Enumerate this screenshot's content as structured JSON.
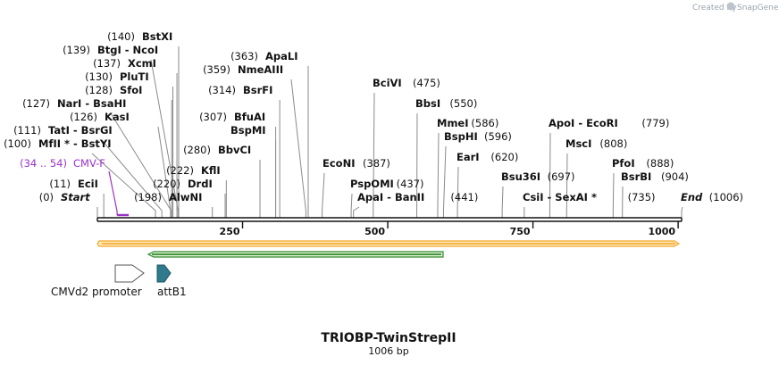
{
  "brand": {
    "created_by": "Created by",
    "name": "SnapGene"
  },
  "map": {
    "title": "TRIOBP-TwinStrepII",
    "length_label": "1006 bp",
    "length": 1006
  },
  "ticks": [
    {
      "value": 250,
      "label": "250"
    },
    {
      "value": 500,
      "label": "500"
    },
    {
      "value": 750,
      "label": "750"
    },
    {
      "value": 1000,
      "label": "1000"
    }
  ],
  "sites": [
    {
      "pos": 140,
      "pos_label": "(140)",
      "name": "BstXI"
    },
    {
      "pos": 139,
      "pos_label": "(139)",
      "name": "BtgI  -  NcoI"
    },
    {
      "pos": 137,
      "pos_label": "(137)",
      "name": "XcmI"
    },
    {
      "pos": 130,
      "pos_label": "(130)",
      "name": "PluTI"
    },
    {
      "pos": 128,
      "pos_label": "(128)",
      "name": "SfoI"
    },
    {
      "pos": 127,
      "pos_label": "(127)",
      "name": "NarI  -  BsaHI"
    },
    {
      "pos": 126,
      "pos_label": "(126)",
      "name": "KasI"
    },
    {
      "pos": 111,
      "pos_label": "(111)",
      "name": "TatI  -  BsrGI"
    },
    {
      "pos": 100,
      "pos_label": "(100)",
      "name": "MfII *  -  BstYI"
    },
    {
      "pos": 11,
      "pos_label": "(11)",
      "name": "EciI"
    },
    {
      "pos": 0,
      "pos_label": "(0)",
      "name": "Start"
    },
    {
      "pos": 198,
      "pos_label": "(198)",
      "name": "AlwNI"
    },
    {
      "pos": 220,
      "pos_label": "(220)",
      "name": "DrdI"
    },
    {
      "pos": 222,
      "pos_label": "(222)",
      "name": "KflI"
    },
    {
      "pos": 280,
      "pos_label": "(280)",
      "name": "BbvCI"
    },
    {
      "pos": 307,
      "pos_label": "(307)",
      "name": "BfuAI"
    },
    {
      "pos": 307,
      "pos_label": "",
      "name": "BspMI"
    },
    {
      "pos": 314,
      "pos_label": "(314)",
      "name": "BsrFI"
    },
    {
      "pos": 359,
      "pos_label": "(359)",
      "name": "NmeAIII"
    },
    {
      "pos": 363,
      "pos_label": "(363)",
      "name": "ApaLI"
    },
    {
      "pos": 387,
      "pos_label": "(387)",
      "name": "EcoNI"
    },
    {
      "pos": 437,
      "pos_label": "(437)",
      "name": "PspOMI"
    },
    {
      "pos": 441,
      "pos_label": "(441)",
      "name": "ApaI  -  BanII"
    },
    {
      "pos": 475,
      "pos_label": "(475)",
      "name": "BciVI"
    },
    {
      "pos": 550,
      "pos_label": "(550)",
      "name": "BbsI"
    },
    {
      "pos": 586,
      "pos_label": "(586)",
      "name": "MmeI"
    },
    {
      "pos": 596,
      "pos_label": "(596)",
      "name": "BspHI"
    },
    {
      "pos": 620,
      "pos_label": "(620)",
      "name": "EarI"
    },
    {
      "pos": 697,
      "pos_label": "(697)",
      "name": "Bsu36I"
    },
    {
      "pos": 735,
      "pos_label": "(735)",
      "name": "CsiI  -  SexAI *"
    },
    {
      "pos": 779,
      "pos_label": "(779)",
      "name": "ApoI  -  EcoRI"
    },
    {
      "pos": 808,
      "pos_label": "(808)",
      "name": "MscI"
    },
    {
      "pos": 888,
      "pos_label": "(888)",
      "name": "PfoI"
    },
    {
      "pos": 904,
      "pos_label": "(904)",
      "name": "BsrBI"
    },
    {
      "pos": 1006,
      "pos_label": "(1006)",
      "name": "End"
    }
  ],
  "primer": {
    "range_label": "(34 .. 54)",
    "name": "CMV-F",
    "start": 34,
    "end": 54,
    "color": "#9b30c8"
  },
  "features": [
    {
      "name": "CMVd2 promoter",
      "color": "#ffffff",
      "stroke": "#555555"
    },
    {
      "name": "attB1",
      "color": "#2f7a8c",
      "stroke": "#1f5563"
    }
  ],
  "tracks": {
    "orf_color": "#f5a623",
    "orf_fill": "#fde9bf",
    "orf2_color": "#2f8a2f",
    "orf2_fill": "#e3f2d4"
  }
}
